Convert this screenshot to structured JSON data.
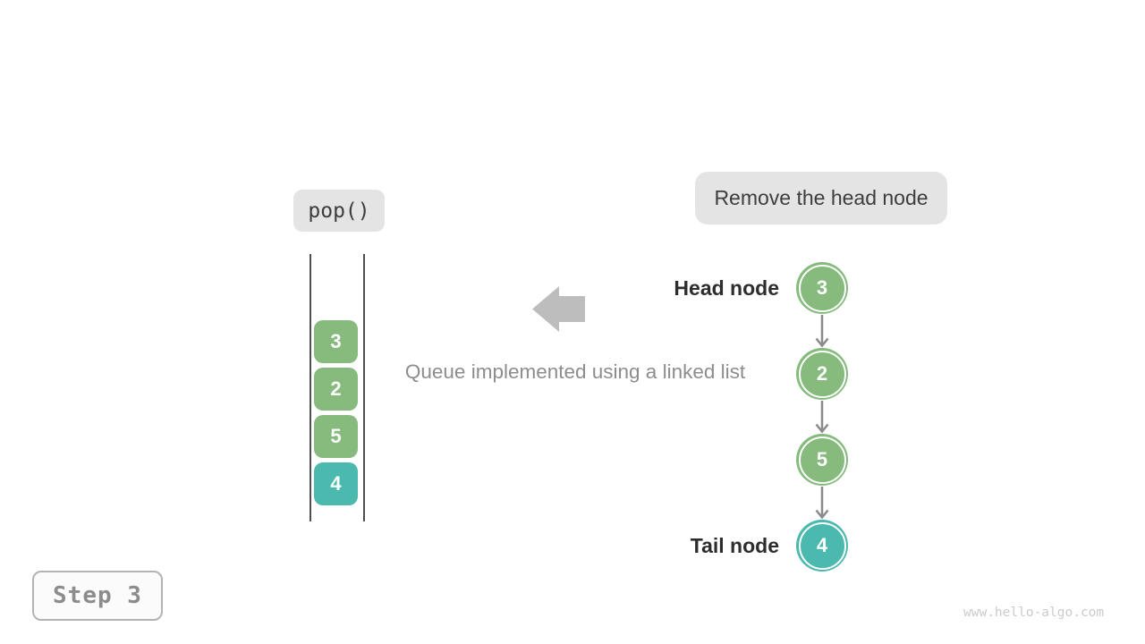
{
  "page": {
    "watermark": "www.hello-algo.com"
  },
  "labels": {
    "operation": "pop()",
    "annotation": "Remove the head node",
    "caption": "Queue implemented using a linked list",
    "step": "Step 3",
    "head_label": "Head node",
    "tail_label": "Tail node"
  },
  "colors": {
    "green": "#86bb7d",
    "teal": "#4cb9af",
    "pill_bg": "#e4e4e4",
    "big_arrow": "#bdbdbd",
    "connector": "#8a8a8a",
    "container_line": "#4f4f4f"
  },
  "queue_stack": {
    "items": [
      {
        "value": "3",
        "color": "#86bb7d"
      },
      {
        "value": "2",
        "color": "#86bb7d"
      },
      {
        "value": "5",
        "color": "#86bb7d"
      },
      {
        "value": "4",
        "color": "#4cb9af"
      }
    ]
  },
  "linked_list": {
    "nodes": [
      {
        "value": "3",
        "color": "#86bb7d",
        "role": "head"
      },
      {
        "value": "2",
        "color": "#86bb7d",
        "role": ""
      },
      {
        "value": "5",
        "color": "#86bb7d",
        "role": ""
      },
      {
        "value": "4",
        "color": "#4cb9af",
        "role": "tail"
      }
    ]
  }
}
